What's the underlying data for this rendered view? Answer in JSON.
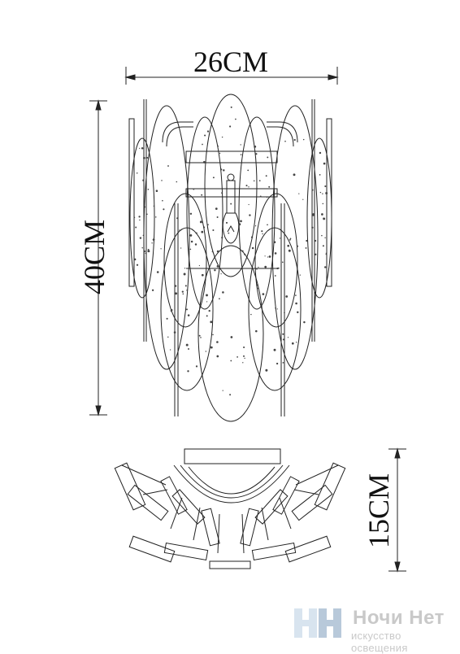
{
  "dimensions": {
    "width": "26CM",
    "height": "40CM",
    "depth": "15CM"
  },
  "brand": {
    "name": "Ночи Нет",
    "tagline": "искусство освещения",
    "colors": {
      "mark_light": "#d8e4ef",
      "mark_mid": "#b8c9da",
      "text": "#c9c9c9"
    }
  },
  "colors": {
    "line": "#222222",
    "dot": "#444444"
  }
}
